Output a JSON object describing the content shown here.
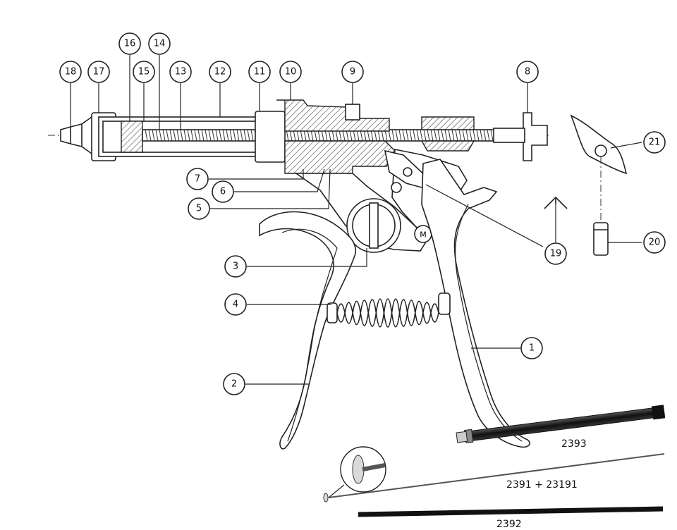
{
  "callouts": [
    {
      "id": "c18",
      "label": "18"
    },
    {
      "id": "c17",
      "label": "17"
    },
    {
      "id": "c16",
      "label": "16"
    },
    {
      "id": "c15",
      "label": "15"
    },
    {
      "id": "c14",
      "label": "14"
    },
    {
      "id": "c13",
      "label": "13"
    },
    {
      "id": "c12",
      "label": "12"
    },
    {
      "id": "c11",
      "label": "11"
    },
    {
      "id": "c10",
      "label": "10"
    },
    {
      "id": "c9",
      "label": "9"
    },
    {
      "id": "c8",
      "label": "8"
    },
    {
      "id": "c21",
      "label": "21"
    },
    {
      "id": "c7",
      "label": "7"
    },
    {
      "id": "c6",
      "label": "6"
    },
    {
      "id": "c5",
      "label": "5"
    },
    {
      "id": "c19",
      "label": "19"
    },
    {
      "id": "c20",
      "label": "20"
    },
    {
      "id": "c3",
      "label": "3"
    },
    {
      "id": "c4",
      "label": "4"
    },
    {
      "id": "c1",
      "label": "1"
    },
    {
      "id": "c2",
      "label": "2"
    }
  ],
  "part_labels": {
    "p2393": "2393",
    "p2391": "2391 + 23191",
    "p2392": "2392"
  },
  "logo_letter": "M",
  "colors": {
    "line": "#222222",
    "rod_dark": "#1a1a1a",
    "background": "#ffffff"
  }
}
